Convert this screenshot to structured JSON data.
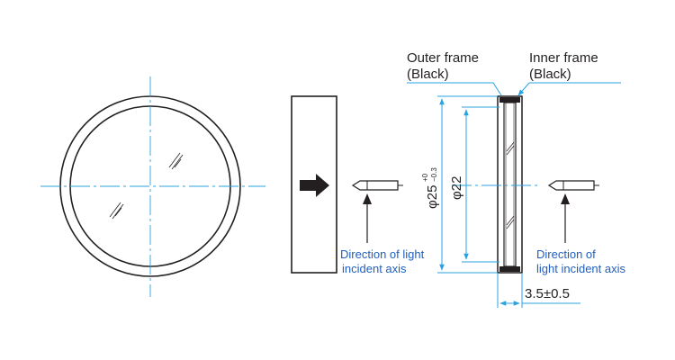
{
  "labels": {
    "outer_frame": "Outer frame",
    "outer_frame_color": "(Black)",
    "inner_frame": "Inner frame",
    "inner_frame_color": "(Black)",
    "direction_left_line1": "Direction of light",
    "direction_left_line2": "incident axis",
    "direction_right_line1": "Direction of",
    "direction_right_line2": "light incident axis",
    "dim_outer_symbol": "φ25",
    "dim_outer_tol_upper": "+0",
    "dim_outer_tol_lower": "−0.3",
    "dim_inner": "φ22",
    "dim_thickness": "3.5±0.5"
  },
  "colors": {
    "line": "#231f20",
    "center_line": "#29a3e0",
    "dimension": "#29a3e0",
    "callout_text": "#1f5fbf"
  }
}
